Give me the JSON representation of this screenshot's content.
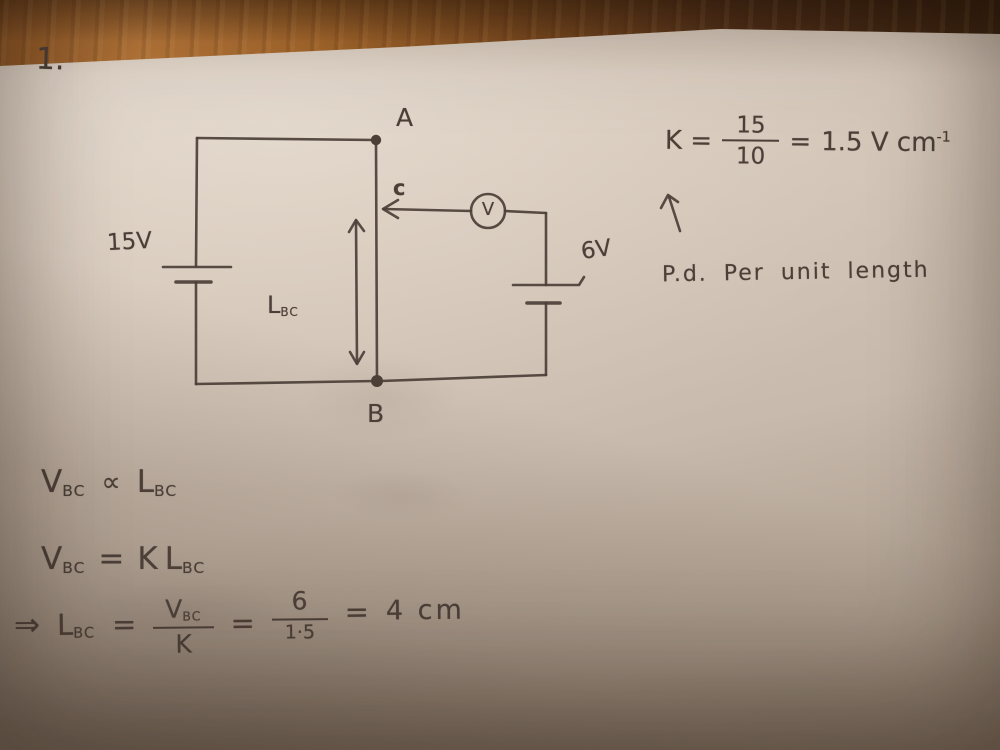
{
  "meta": {
    "question_number": "1."
  },
  "circuit": {
    "node_labels": {
      "a": "A",
      "b": "B",
      "c": "c"
    },
    "left_battery_label": "15V",
    "right_battery_label": "6V",
    "voltmeter_label": "V",
    "length_label": {
      "base": "L",
      "sub": "BC"
    },
    "ink_color": "#4b3f38"
  },
  "notes": {
    "k_equation": {
      "lhs": "K =",
      "fraction": {
        "numerator": "15",
        "denominator": "10"
      },
      "equals": "=",
      "result": "1.5 V cm",
      "result_exponent": "-1"
    },
    "arrow_caption": "P.d. Per unit length"
  },
  "working": {
    "line1": {
      "lhs": {
        "base": "V",
        "sub": "BC"
      },
      "relation": "∝",
      "rhs": {
        "base": "L",
        "sub": "BC"
      }
    },
    "line2": {
      "lhs": {
        "base": "V",
        "sub": "BC"
      },
      "relation": "=",
      "coefficient": "K",
      "rhs": {
        "base": "L",
        "sub": "BC"
      }
    },
    "line3": {
      "implies": "⇒",
      "lhs": {
        "base": "L",
        "sub": "BC"
      },
      "equals1": "=",
      "fraction1": {
        "numerator": {
          "base": "V",
          "sub": "BC"
        },
        "denominator": "K"
      },
      "equals2": "=",
      "fraction2": {
        "numerator": "6",
        "denominator": "1·5"
      },
      "equals3": "=",
      "result": "4 cm"
    }
  }
}
